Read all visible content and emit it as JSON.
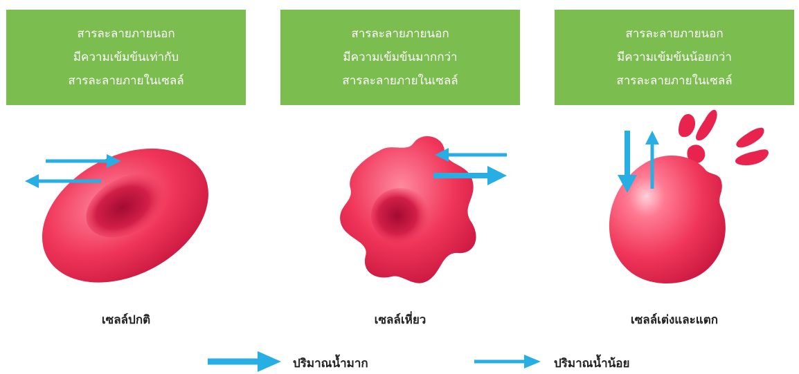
{
  "panels": [
    {
      "lines": [
        "สารละลายภายนอก",
        "มีความเข้มข้นเท่ากับ",
        "สารละลายภายในเซลล์"
      ],
      "caption": "เซลล์ปกติ"
    },
    {
      "lines": [
        "สารละลายภายนอก",
        "มีความเข้มข้นมากกว่า",
        "สารละลายภายในเซลล์"
      ],
      "caption": "เซลล์เหี่ยว"
    },
    {
      "lines": [
        "สารละลายภายนอก",
        "มีความเข้มข้นน้อยกว่า",
        "สารละลายภายในเซลล์"
      ],
      "caption": "เซลล์เต่งและแตก"
    }
  ],
  "legend": {
    "thick_label": "ปริมาณน้ำมาก",
    "thin_label": "ปริมาณน้ำน้อย"
  },
  "colors": {
    "panel_bg": "#7bbd4f",
    "arrow": "#27aee2",
    "cell_light": "#ff7a92",
    "cell_mid": "#f03659",
    "cell_dark": "#b80f37"
  }
}
